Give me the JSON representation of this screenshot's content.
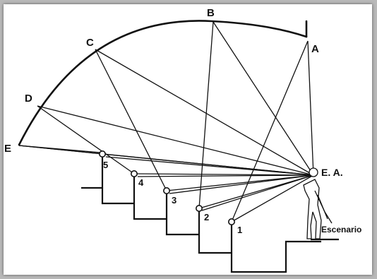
{
  "diagram": {
    "reflection_points": [
      {
        "id": "A",
        "label": "A"
      },
      {
        "id": "B",
        "label": "B"
      },
      {
        "id": "C",
        "label": "C"
      },
      {
        "id": "D",
        "label": "D"
      },
      {
        "id": "E",
        "label": "E"
      }
    ],
    "seats": [
      {
        "id": "1",
        "label": "1"
      },
      {
        "id": "2",
        "label": "2"
      },
      {
        "id": "3",
        "label": "3"
      },
      {
        "id": "4",
        "label": "4"
      },
      {
        "id": "5",
        "label": "5"
      }
    ],
    "source_label": "E. A.",
    "stage_label": "Escenario"
  }
}
